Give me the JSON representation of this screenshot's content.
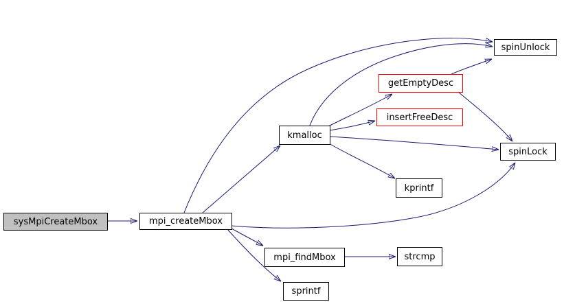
{
  "diagram": {
    "type": "call-graph",
    "colors": {
      "edge": "#191970",
      "node_border": "#000000",
      "highlight_border": "#ff0000",
      "root_fill": "#c0c0c0",
      "node_fill": "#ffffff",
      "background": "#ffffff",
      "text": "#000000"
    },
    "nodes": [
      {
        "id": "sysMpiCreateMbox",
        "label": "sysMpiCreateMbox",
        "style": "root"
      },
      {
        "id": "mpi_createMbox",
        "label": "mpi_createMbox",
        "style": "normal"
      },
      {
        "id": "kmalloc",
        "label": "kmalloc",
        "style": "normal"
      },
      {
        "id": "getEmptyDesc",
        "label": "getEmptyDesc",
        "style": "highlight"
      },
      {
        "id": "insertFreeDesc",
        "label": "insertFreeDesc",
        "style": "highlight"
      },
      {
        "id": "spinUnlock",
        "label": "spinUnlock",
        "style": "normal"
      },
      {
        "id": "spinLock",
        "label": "spinLock",
        "style": "normal"
      },
      {
        "id": "kprintf",
        "label": "kprintf",
        "style": "normal"
      },
      {
        "id": "mpi_findMbox",
        "label": "mpi_findMbox",
        "style": "normal"
      },
      {
        "id": "strcmp",
        "label": "strcmp",
        "style": "normal"
      },
      {
        "id": "sprintf",
        "label": "sprintf",
        "style": "normal"
      }
    ],
    "edges": [
      {
        "from": "sysMpiCreateMbox",
        "to": "mpi_createMbox"
      },
      {
        "from": "mpi_createMbox",
        "to": "kmalloc"
      },
      {
        "from": "mpi_createMbox",
        "to": "spinUnlock"
      },
      {
        "from": "mpi_createMbox",
        "to": "spinLock"
      },
      {
        "from": "mpi_createMbox",
        "to": "mpi_findMbox"
      },
      {
        "from": "mpi_createMbox",
        "to": "sprintf"
      },
      {
        "from": "kmalloc",
        "to": "getEmptyDesc"
      },
      {
        "from": "kmalloc",
        "to": "insertFreeDesc"
      },
      {
        "from": "kmalloc",
        "to": "spinUnlock"
      },
      {
        "from": "kmalloc",
        "to": "spinLock"
      },
      {
        "from": "kmalloc",
        "to": "kprintf"
      },
      {
        "from": "getEmptyDesc",
        "to": "spinUnlock"
      },
      {
        "from": "getEmptyDesc",
        "to": "spinLock"
      },
      {
        "from": "mpi_findMbox",
        "to": "strcmp"
      }
    ]
  }
}
